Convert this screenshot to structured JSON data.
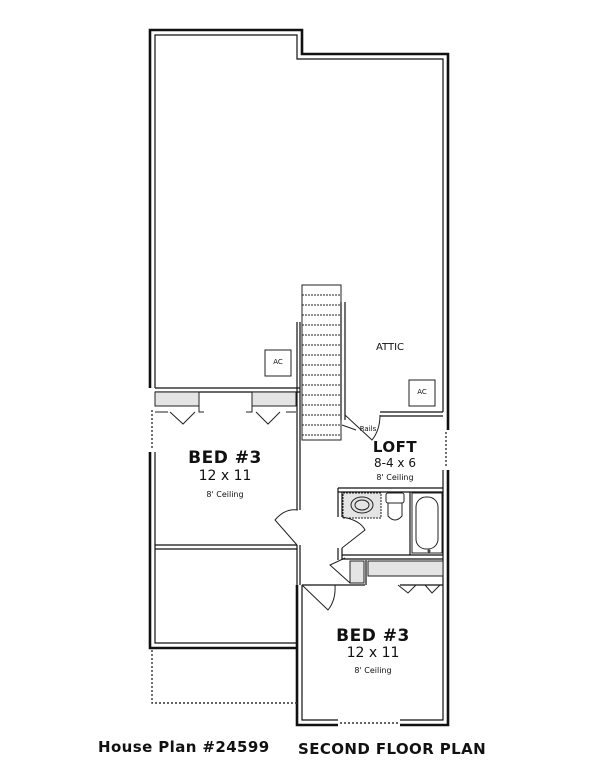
{
  "plan": {
    "caption_left": "House Plan #24599",
    "caption_right": "SECOND FLOOR PLAN"
  },
  "rooms": {
    "attic": {
      "label": "ATTIC"
    },
    "ac_1": {
      "label": "AC"
    },
    "ac_2": {
      "label": "AC"
    },
    "rails": {
      "label": "Rails"
    },
    "bed_left": {
      "label": "BED #3",
      "dims": "12 x 11",
      "ceiling": "8' Ceiling"
    },
    "loft": {
      "label": "LOFT",
      "dims": "8-4 x 6",
      "ceiling": "8' Ceiling"
    },
    "bed_right": {
      "label": "BED #3",
      "dims": "12 x 11",
      "ceiling": "8' Ceiling"
    }
  },
  "colors": {
    "line": "#111111",
    "shelf": "#e4e4e4",
    "background": "#ffffff"
  }
}
